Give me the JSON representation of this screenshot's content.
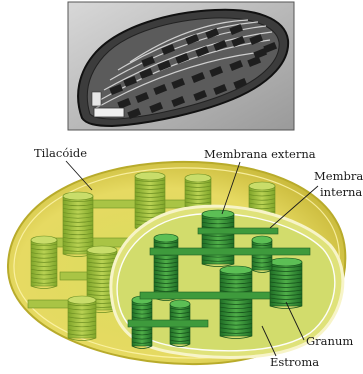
{
  "micrograph": {
    "icon": "chloroplast-electron-micrograph"
  },
  "diagram": {
    "icon": "chloroplast-cutaway-illustration",
    "colors": {
      "outer_fill": "#e3d861",
      "outer_edge": "#b8ab2b",
      "stroma": "#cfd96e",
      "granum_outer": "#9bbf3a",
      "granum_inner": "#2f8a32"
    },
    "labels": {
      "tilacoide": "Tilacóide",
      "membrana_externa": "Membrana externa",
      "membrana_interna_1": "Membrana",
      "membrana_interna_2": "interna",
      "granum": "Granum",
      "estroma": "Estroma"
    }
  }
}
